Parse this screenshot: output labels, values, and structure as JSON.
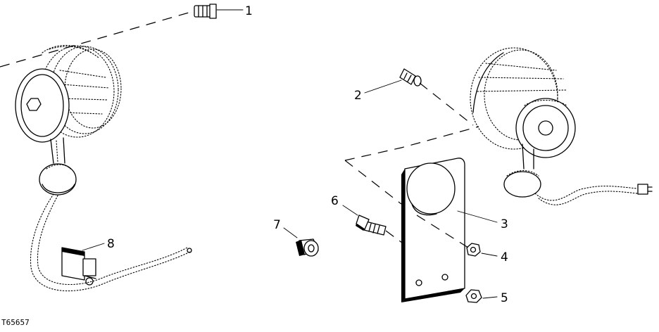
{
  "figure_id": "T65657",
  "callouts": [
    {
      "num": "1",
      "part": "cap-screw-top"
    },
    {
      "num": "2",
      "part": "cap-screw-bracket"
    },
    {
      "num": "3",
      "part": "mounting-bracket"
    },
    {
      "num": "4",
      "part": "nut-upper"
    },
    {
      "num": "5",
      "part": "nut-lower"
    },
    {
      "num": "6",
      "part": "cap-screw-side"
    },
    {
      "num": "7",
      "part": "bushing"
    },
    {
      "num": "8",
      "part": "connector"
    }
  ]
}
